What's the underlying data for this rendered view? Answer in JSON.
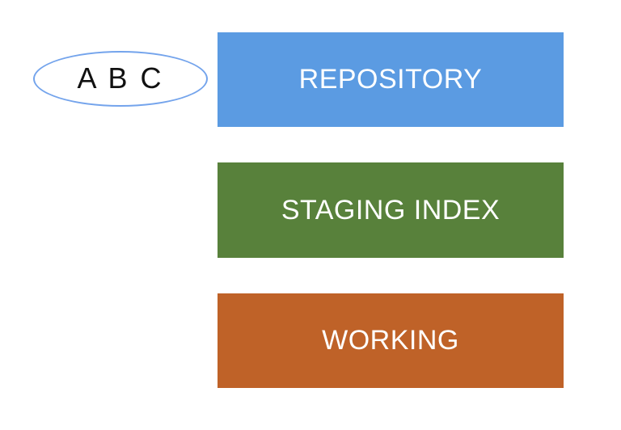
{
  "canvas": {
    "background": "#ffffff"
  },
  "ellipse": {
    "label": "A B C",
    "border_color": "#74a4ec",
    "text_color": "#111111"
  },
  "boxes": [
    {
      "id": "repository",
      "label": "REPOSITORY",
      "fill": "#5b9be2",
      "text_color": "#ffffff"
    },
    {
      "id": "staging-index",
      "label": "STAGING INDEX",
      "fill": "#58813b",
      "text_color": "#ffffff"
    },
    {
      "id": "working",
      "label": "WORKING",
      "fill": "#bf6228",
      "text_color": "#ffffff"
    }
  ]
}
